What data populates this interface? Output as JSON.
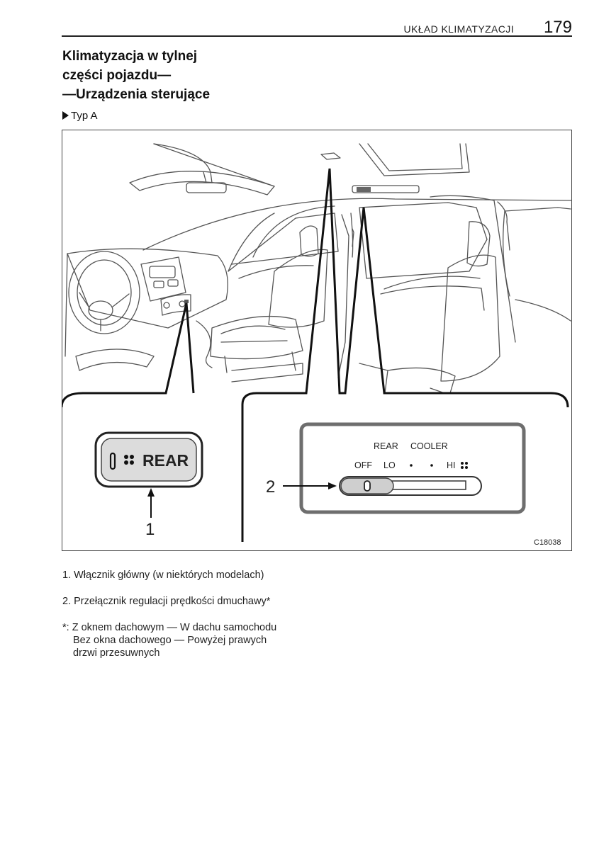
{
  "header": {
    "running_head": "UKŁAD KLIMATYZACJI",
    "page_number": "179"
  },
  "section": {
    "title_lines": [
      "Klimatyzacja w tylnej",
      "części pojazdu—",
      "—Urządzenia sterujące"
    ],
    "type_label": "Typ A"
  },
  "figure": {
    "rear_button_label": "REAR",
    "callout_1": "1",
    "callout_2": "2",
    "slider_title_rear": "REAR",
    "slider_title_cooler": "COOLER",
    "slider_off": "OFF",
    "slider_lo": "LO",
    "slider_hi": "HI",
    "figure_code": "C18038"
  },
  "notes": {
    "item_1": "1. Włącznik główny (w niektórych modelach)",
    "item_2": "2. Przełącznik regulacji prędkości dmuchawy*",
    "footnote_line_1": "*: Z oknem dachowym — W dachu samochodu",
    "footnote_line_2": "Bez okna dachowego — Powyżej prawych",
    "footnote_line_3": "drzwi przesuwnych"
  },
  "icons": [
    "fan-icon",
    "pointer-triangle-icon"
  ]
}
